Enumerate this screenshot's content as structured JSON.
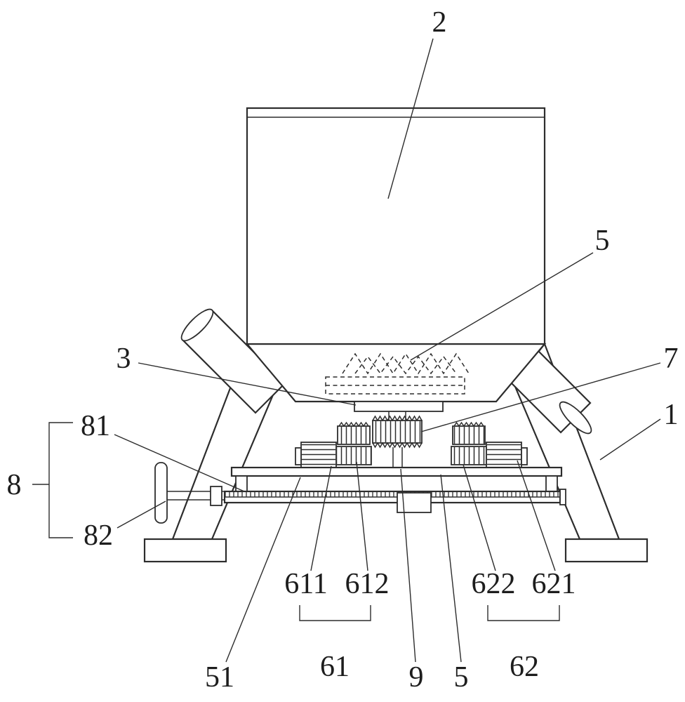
{
  "colors": {
    "line": "#2d2d2d",
    "background": "#ffffff"
  },
  "figure_labels": {
    "p2": "2",
    "p5_upper": "5",
    "p3": "3",
    "p7": "7",
    "p1": "1",
    "p8": "8",
    "p81": "81",
    "p82": "82",
    "p611": "611",
    "p612": "612",
    "p622": "622",
    "p621": "621",
    "p61": "61",
    "p62": "62",
    "p51": "51",
    "p9": "9",
    "p5_lower": "5"
  }
}
